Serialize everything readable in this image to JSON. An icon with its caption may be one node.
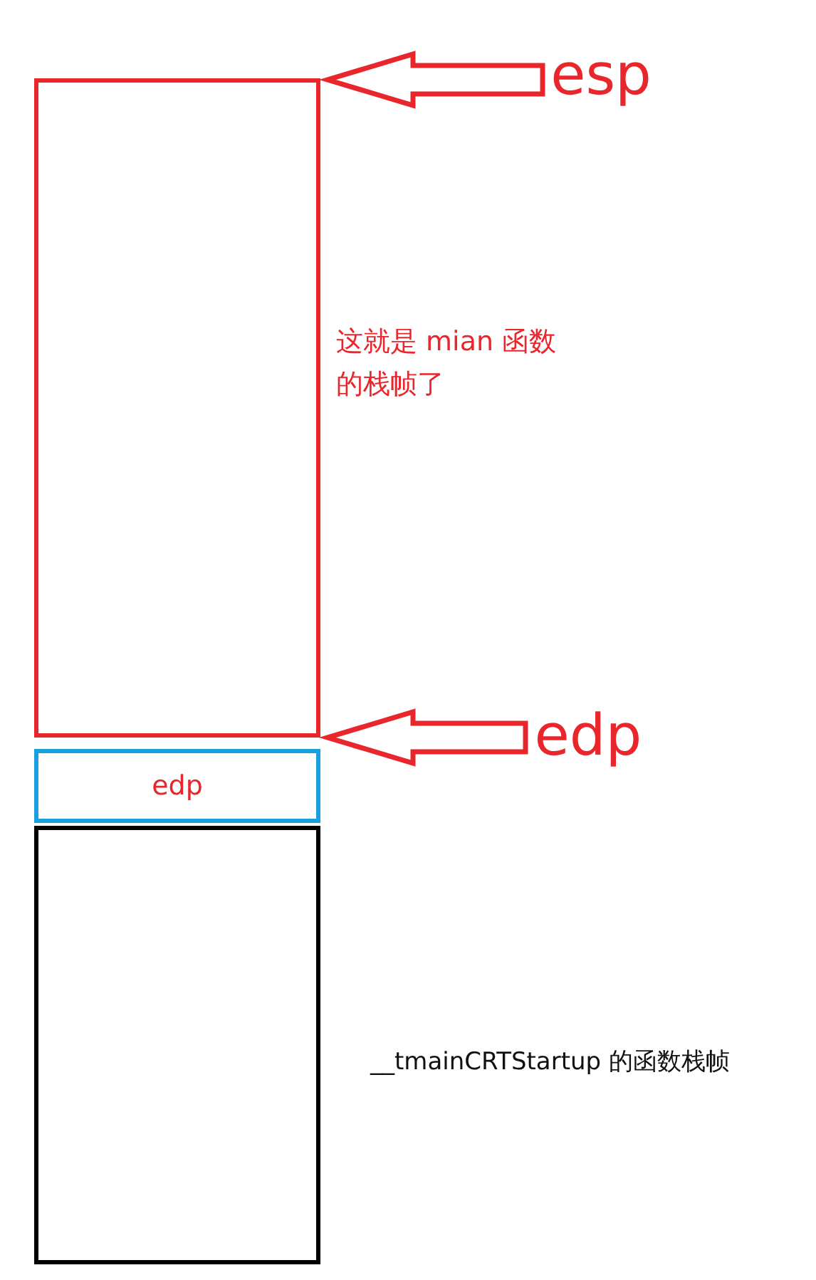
{
  "diagram": {
    "nodes": [
      {
        "text": [],
        "shape": "box",
        "beside": [
          "这就是 mian 函数的栈帧了"
        ]
      },
      {
        "text": [
          "edp"
        ]
      },
      {
        "text": [],
        "shape": "box",
        "beside": [
          "__tmainCRTStartup 的函数栈帧"
        ]
      },
      {
        "text": [
          "esp"
        ]
      },
      {
        "text": [
          "edp"
        ]
      }
    ],
    "edges": [
      {
        "from": 3,
        "to": 0,
        "arrow": "to"
      },
      {
        "from": 4,
        "to": 0,
        "arrow": "to"
      }
    ]
  }
}
